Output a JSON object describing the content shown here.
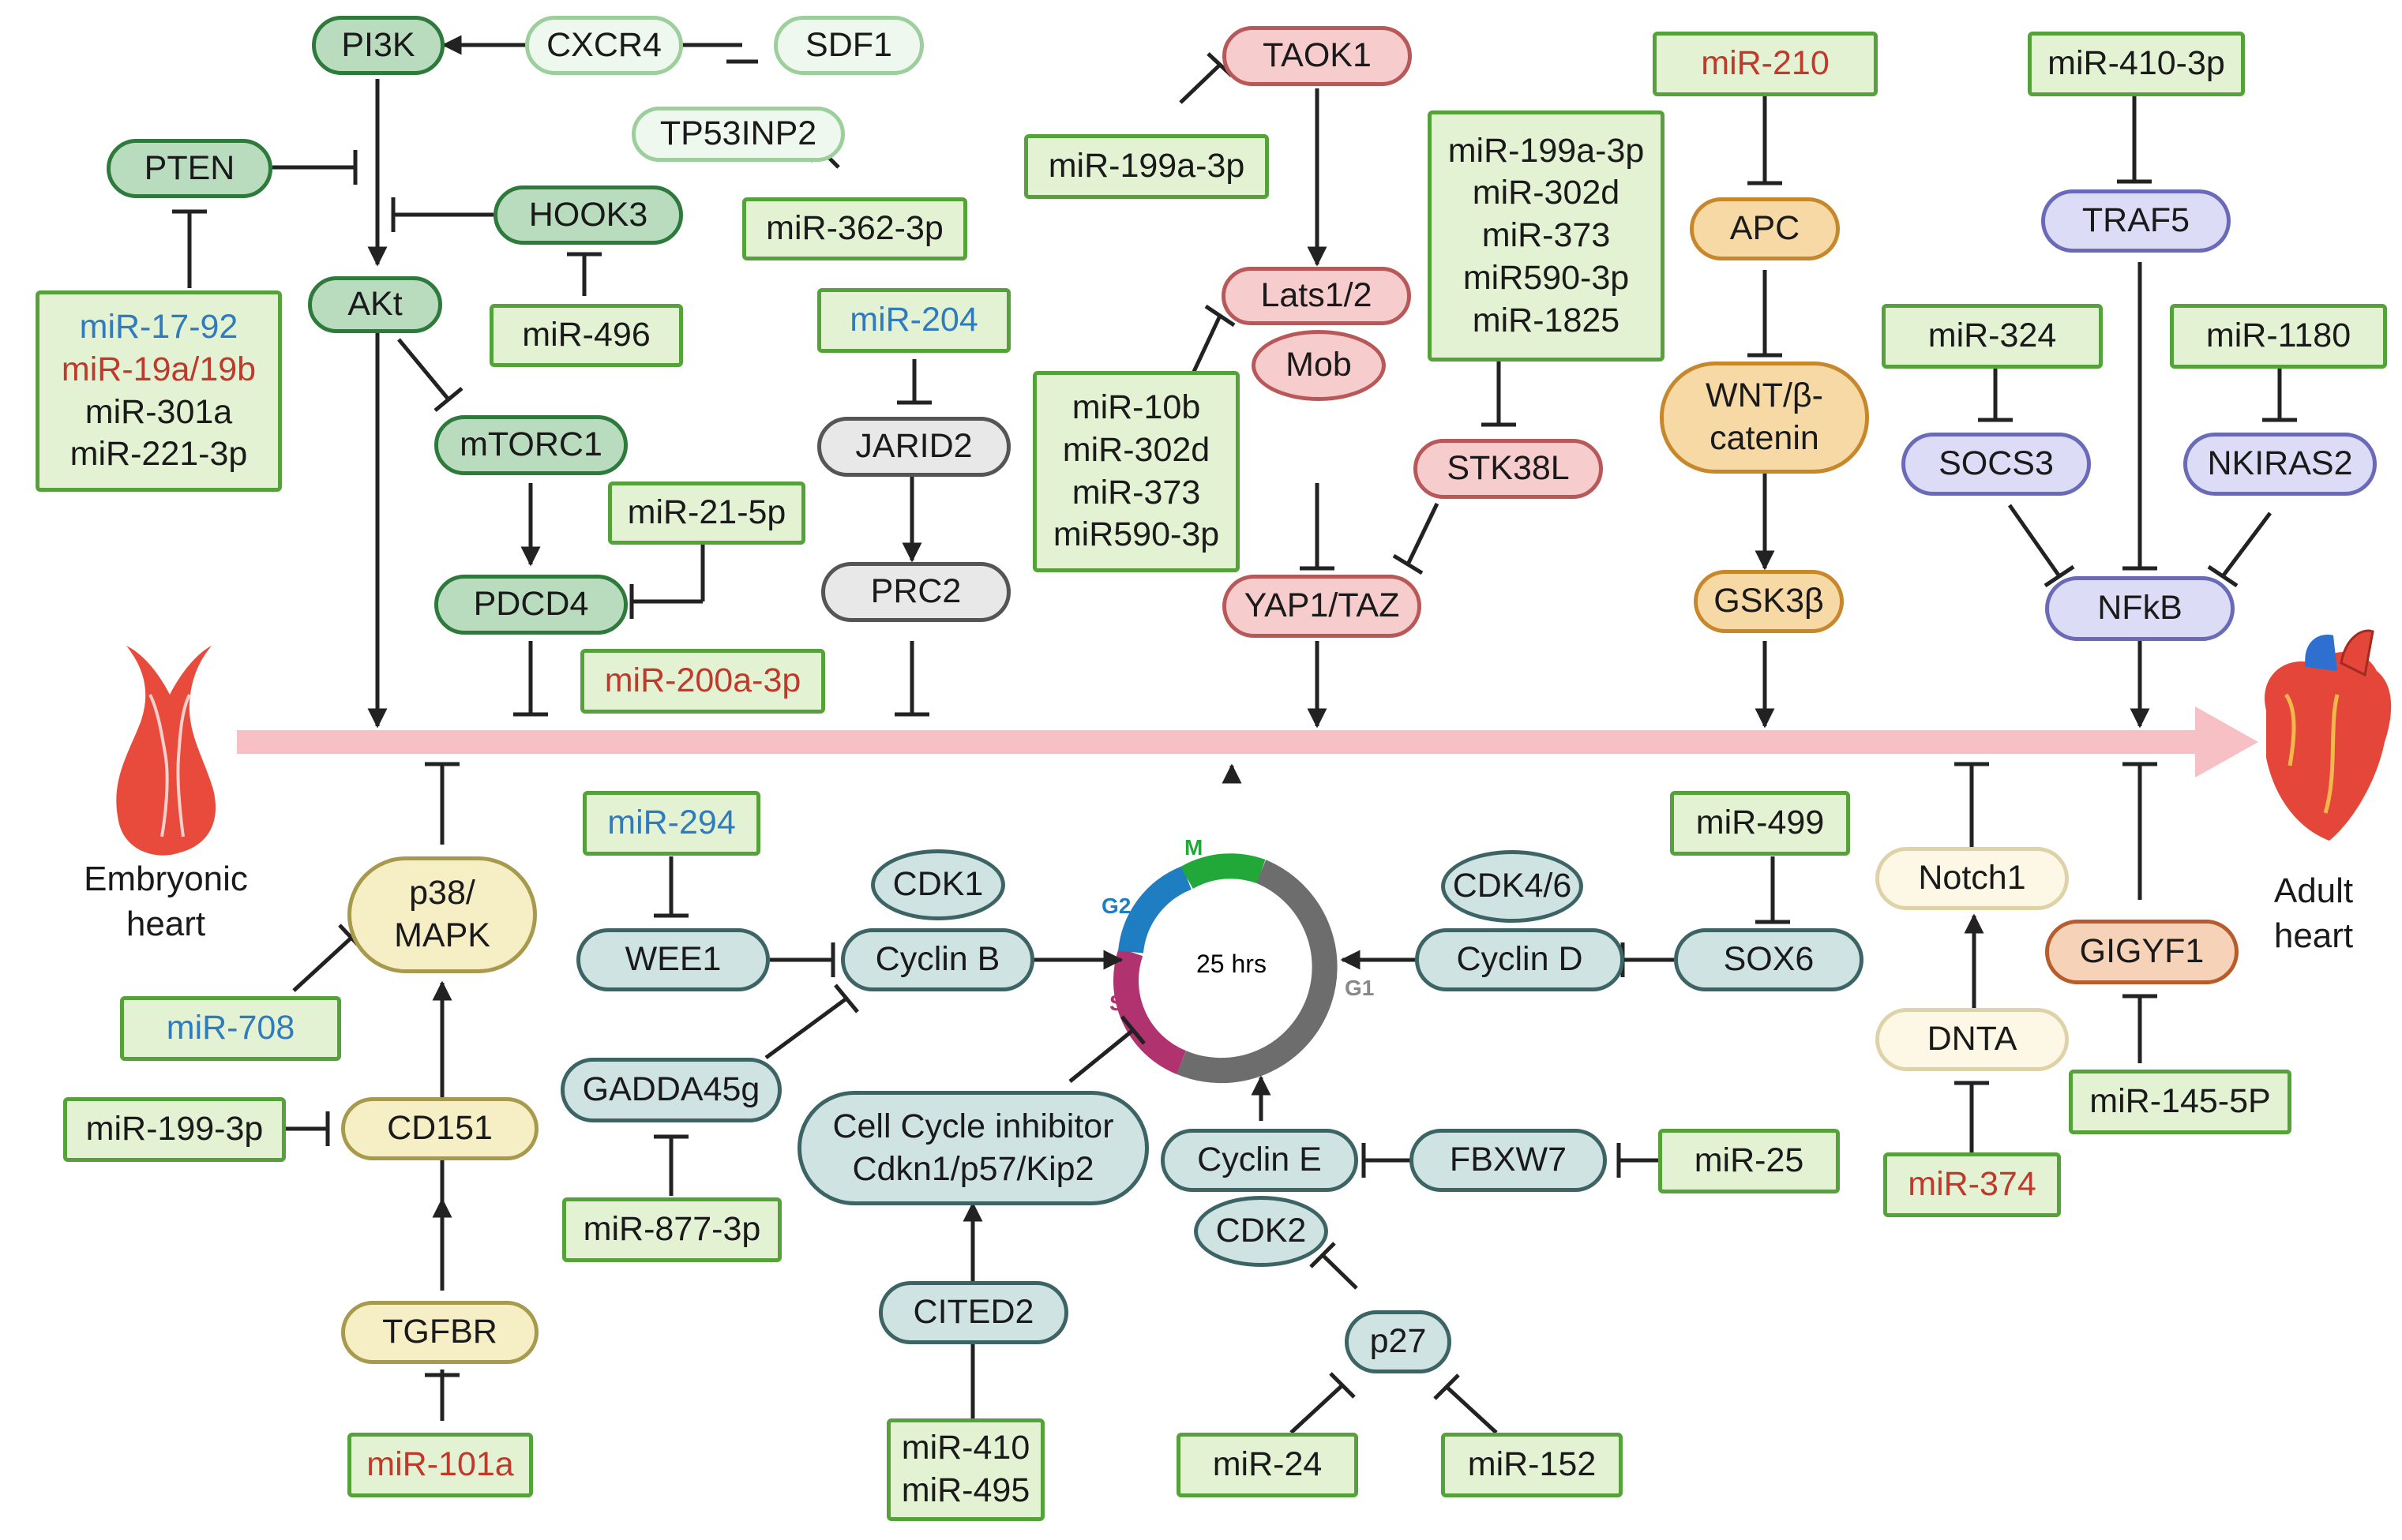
{
  "labels": {
    "embryonic": "Embryonic heart",
    "adult": "Adult heart",
    "cycle": "25 hrs",
    "phase_m": "M",
    "phase_g2": "G2",
    "phase_s": "S",
    "phase_g1": "G1"
  },
  "nodes": {
    "pi3k": "PI3K",
    "cxcr4": "CXCR4",
    "sdf1": "SDF1",
    "tp53inp2": "TP53INP2",
    "pten": "PTEN",
    "hook3": "HOOK3",
    "mir362": "miR-362-3p",
    "akt": "AKt",
    "mir17": [
      "miR-17-92",
      "miR-19a/19b",
      "miR-301a",
      "miR-221-3p"
    ],
    "mir496": "miR-496",
    "mir204": "miR-204",
    "mtorc1": "mTORC1",
    "jarid2": "JARID2",
    "mir21": "miR-21-5p",
    "pdcd4": "PDCD4",
    "prc2": "PRC2",
    "mir200": "miR-200a-3p",
    "taok1": "TAOK1",
    "mir199a": "miR-199a-3p",
    "lats": "Lats1/2",
    "mob": "Mob",
    "mir10b": [
      "miR-10b",
      "miR-302d",
      "miR-373",
      "miR590-3p"
    ],
    "mirgroup2": [
      "miR-199a-3p",
      "miR-302d",
      "miR-373",
      "miR590-3p",
      "miR-1825"
    ],
    "stk38l": "STK38L",
    "yap": "YAP1/TAZ",
    "mir210": "miR-210",
    "apc": "APC",
    "wnt": [
      "WNT/β-",
      "catenin"
    ],
    "gsk": "GSK3β",
    "mir410_3p": "miR-410-3p",
    "traf5": "TRAF5",
    "mir324": "miR-324",
    "mir1180": "miR-1180",
    "socs3": "SOCS3",
    "nkiras2": "NKIRAS2",
    "nfkb": "NFkB",
    "p38": [
      "p38/",
      "MAPK"
    ],
    "mir708": "miR-708",
    "mir199_3p": "miR-199-3p",
    "cd151": "CD151",
    "tgfbr": "TGFBR",
    "mir101a": "miR-101a",
    "mir294": "miR-294",
    "wee1": "WEE1",
    "cdk1": "CDK1",
    "cyclinb": "Cyclin B",
    "gadda45g": "GADDA45g",
    "mir877": "miR-877-3p",
    "inhibitor": [
      "Cell Cycle inhibitor",
      "Cdkn1/p57/Kip2"
    ],
    "cited2": "CITED2",
    "mir410_495": [
      "miR-410",
      "miR-495"
    ],
    "cyclind": "Cyclin D",
    "cdk46": "CDK4/6",
    "sox6": "SOX6",
    "mir499": "miR-499",
    "cyclene": "Cyclin E",
    "cdk2": "CDK2",
    "fbxw7": "FBXW7",
    "mir25": "miR-25",
    "p27": "p27",
    "mir24": "miR-24",
    "mir152": "miR-152",
    "notch1": "Notch1",
    "dnta": "DNTA",
    "mir374": "miR-374",
    "gigyf1": "GIGYF1",
    "mir145": "miR-145-5P"
  },
  "colors": {
    "timeline": "#f7c0c4",
    "mirna_fill": "#e4f2d4",
    "mirna_border": "#56a23a",
    "blue_text": "#2f7bbf",
    "red_text": "#c0392b",
    "phase_m": "#21a838",
    "phase_g2": "#1f7dc2",
    "phase_s": "#b0326f",
    "phase_g1": "#6d6d6d"
  }
}
